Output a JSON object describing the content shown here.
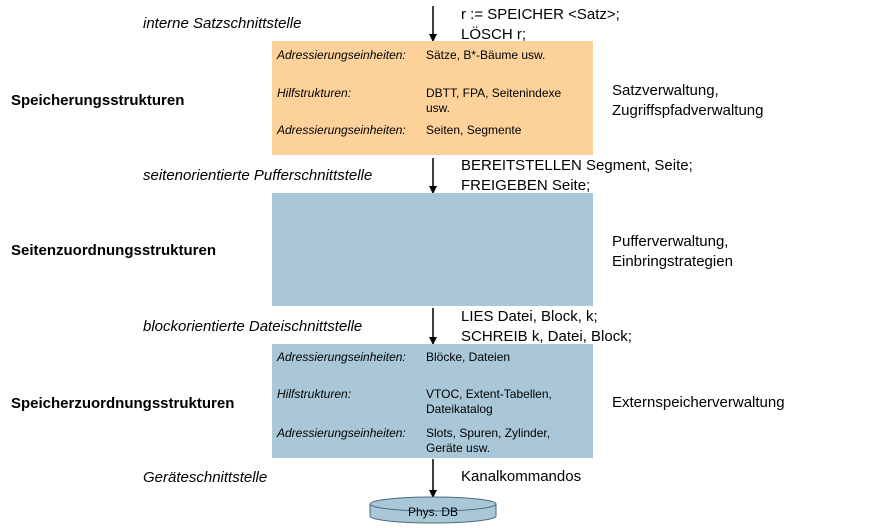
{
  "colors": {
    "top_box": "#fcd29a",
    "mid_box": "#a9c7d7",
    "bottom_box": "#a9c7d7",
    "disk": "#a9c7d7"
  },
  "interfaces": {
    "satz": "interne Satzschnittstelle",
    "puffer": "seitenorientierte Pufferschnittstelle",
    "datei": "blockorientierte Dateischnittstelle",
    "geraet": "Geräteschnittstelle"
  },
  "layers": {
    "top": "Speicherungsstrukturen",
    "mid": "Seitenzuordnungsstrukturen",
    "bottom": "Speicherzuordnungsstrukturen"
  },
  "operations": {
    "satz": [
      "r := SPEICHER <Satz>;",
      "LÖSCH r;"
    ],
    "puffer": [
      "BEREITSTELLEN Segment, Seite;",
      "FREIGEBEN Seite;"
    ],
    "datei": [
      "LIES Datei, Block, k;",
      "SCHREIB k, Datei, Block;"
    ],
    "geraet": [
      "Kanalkommandos"
    ]
  },
  "managers": {
    "top": [
      "Satzverwaltung,",
      "Zugriffspfadverwaltung"
    ],
    "mid": [
      "Pufferverwaltung,",
      "Einbringstrategien"
    ],
    "bottom": [
      "Externspeicherverwaltung"
    ]
  },
  "top_box": [
    {
      "key": "Adressierungseinheiten:",
      "value": "Sätze, B*-Bäume usw."
    },
    {
      "key": "Hilfstrukturen:",
      "value": "DBTT, FPA, Seitenindexe usw."
    },
    {
      "key": "Adressierungseinheiten:",
      "value": "Seiten, Segmente"
    }
  ],
  "bottom_box": [
    {
      "key": "Adressierungseinheiten:",
      "value": "Blöcke, Dateien"
    },
    {
      "key": "Hilfstrukturen:",
      "value": "VTOC, Extent-Tabellen, Dateikatalog"
    },
    {
      "key": "Adressierungseinheiten:",
      "value": "Slots, Spuren, Zylinder, Geräte usw."
    }
  ],
  "disk_label": "Phys. DB"
}
